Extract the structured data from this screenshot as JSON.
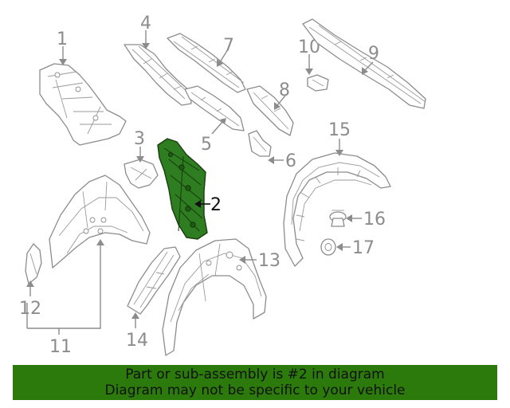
{
  "callouts": {
    "c1": "1",
    "c2": "2",
    "c3": "3",
    "c4": "4",
    "c5": "5",
    "c6": "6",
    "c7": "7",
    "c8": "8",
    "c9": "9",
    "c10": "10",
    "c11": "11",
    "c12": "12",
    "c13": "13",
    "c14": "14",
    "c15": "15",
    "c16": "16",
    "c17": "17"
  },
  "highlighted_part": "2",
  "colors": {
    "highlight": "#2e7d20",
    "banner": "#2b7a0b",
    "line": "#8c8c8c"
  },
  "banner": {
    "line1": "Part or sub-assembly is #2 in diagram",
    "line2": "Diagram may not be specific to your vehicle"
  }
}
